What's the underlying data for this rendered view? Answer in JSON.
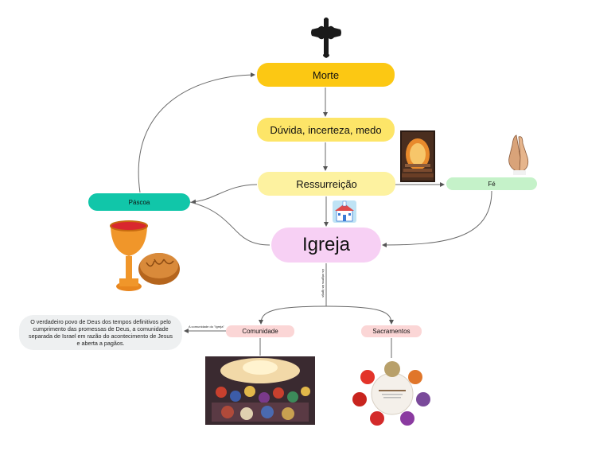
{
  "nodes": {
    "morte": "Morte",
    "duvida": "Dúvida, incerteza, medo",
    "ressurreicao": "Ressurreição",
    "igreja": "Igreja",
    "pascoa": "Páscoa",
    "fe": "Fé",
    "comunidade": "Comunidade",
    "sacramentos": "Sacramentos",
    "definicao": "O verdadeiro povo de Deus dos tempos definitivos pelo cumprimento das promessas de Deus, a comunidade separada de Israel em razão do acontecimento de Jesus e aberta a pagãos."
  },
  "link_labels": {
    "comunidade_definicao": "A comunidade do \"Igreja\"",
    "igreja_ramos": "As origens da Igreja"
  },
  "images": {
    "cross": "cross-icon",
    "empty_tomb": "empty-tomb-image",
    "praying_hands": "praying-hands-icon",
    "church": "church-icon",
    "chalice_bread": "chalice-bread-icon",
    "pentecost": "pentecost-painting-image",
    "sacraments_wheel": "sacraments-wheel-image"
  },
  "colors": {
    "morte": "#fcc813",
    "duvida": "#fde568",
    "ressurreicao": "#fdf2a0",
    "igreja": "#f7d0f4",
    "pascoa": "#11c6a9",
    "fe": "#c5f2c9",
    "ramos": "#fbd6d6",
    "definicao": "#eef0f1",
    "connector": "#6a6a6a"
  }
}
